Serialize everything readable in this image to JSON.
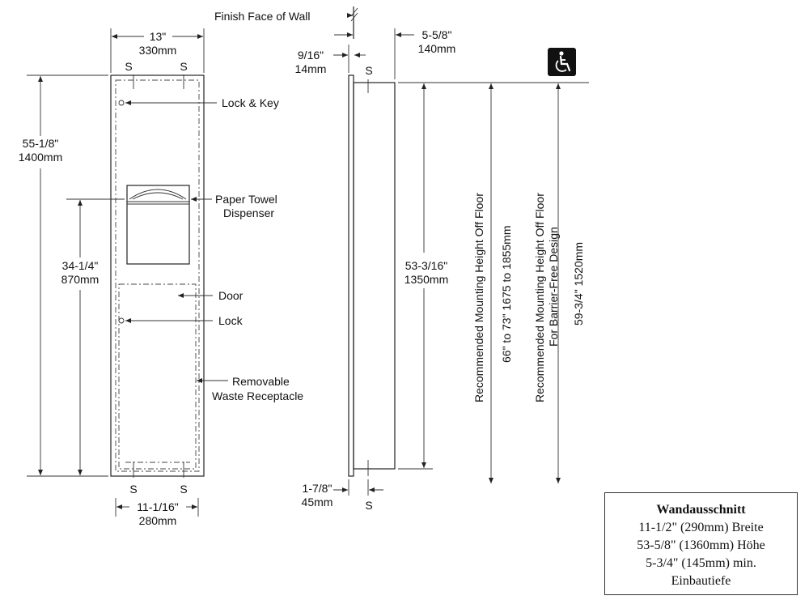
{
  "labels": {
    "finish_face": "Finish Face of Wall",
    "lock_key": "Lock & Key",
    "paper_towel_1": "Paper Towel",
    "paper_towel_2": "Dispenser",
    "door": "Door",
    "lock": "Lock",
    "removable_1": "Removable",
    "removable_2": "Waste Receptacle",
    "rec_height": "Recommended Mounting Height Off Floor",
    "rec_height_val": "66\" to 73\"   1675 to 1855mm",
    "barrier_1": "Recommended Mounting Height Off Floor",
    "barrier_2": "For Barrier-Free Design",
    "barrier_val": "59-3/4\"  1520mm",
    "screw_s": "S"
  },
  "dimensions": {
    "width_in": "13\"",
    "width_mm": "330mm",
    "height_in": "55-1/8\"",
    "height_mm": "1400mm",
    "door_in": "34-1/4\"",
    "door_mm": "870mm",
    "bottom_in": "11-1/16\"",
    "bottom_mm": "280mm",
    "flange_in": "9/16\"",
    "flange_mm": "14mm",
    "depth_in": "5-5/8\"",
    "depth_mm": "140mm",
    "side_h_in": "53-3/16\"",
    "side_h_mm": "1350mm",
    "bottom_s_in": "1-7/8\"",
    "bottom_s_mm": "45mm"
  },
  "wall_cutout": {
    "title": "Wandausschnitt",
    "line1": "11-1/2\" (290mm) Breite",
    "line2": "53-5/8\" (1360mm) Höhe",
    "line3": "5-3/4\" (145mm) min.",
    "line4": "Einbautiefe"
  },
  "icons": {
    "accessibility": "wheelchair-icon"
  }
}
